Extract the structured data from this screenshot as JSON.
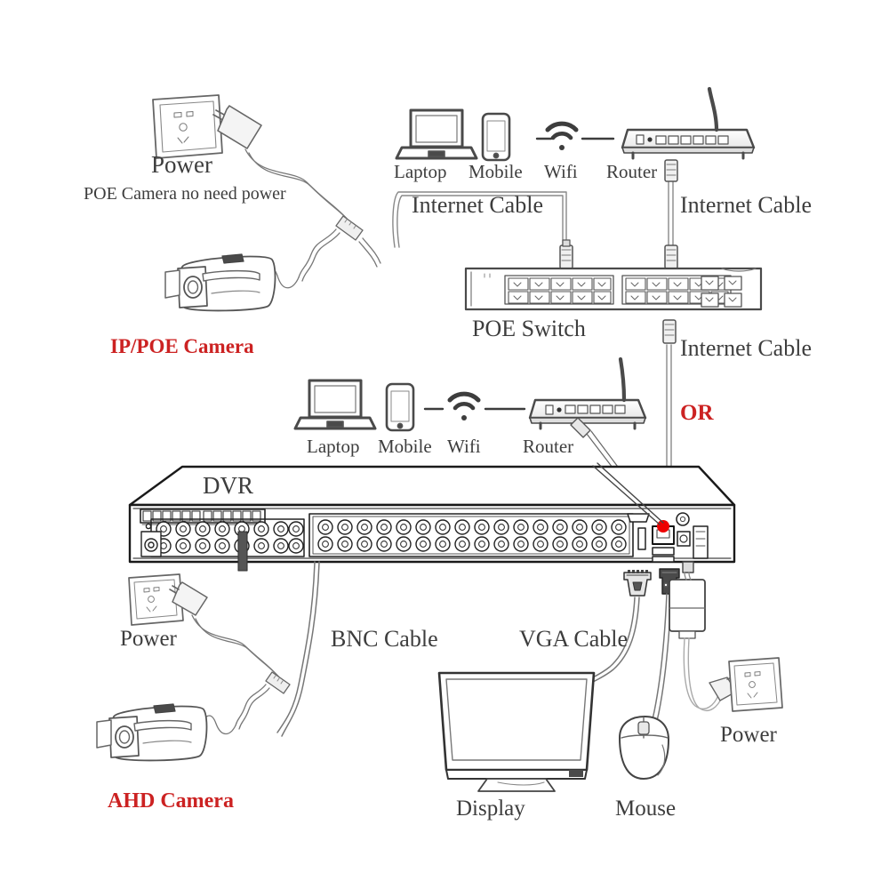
{
  "diagram": {
    "title": "CCTV DVR / POE Camera Wiring Diagram",
    "colors": {
      "ink": "#3d3d3d",
      "accent_red": "#cc2222",
      "device_fill": "#fdfdfd",
      "background": "#ffffff"
    }
  },
  "labels": {
    "power_top": "Power",
    "poe_note": "POE Camera no need  power",
    "ip_poe_camera": "IP/POE Camera",
    "laptop_top": "Laptop",
    "mobile_top": "Mobile",
    "wifi_top": "Wifi",
    "router_top": "Router",
    "internet_cable_left": "Internet Cable",
    "internet_cable_right_top": "Internet Cable",
    "poe_switch": "POE Switch",
    "internet_cable_right_mid": "Internet Cable",
    "or": "OR",
    "laptop_mid": "Laptop",
    "mobile_mid": "Mobile",
    "wifi_mid": "Wifi",
    "router_mid": "Router",
    "dvr": "DVR",
    "power_bottom_left": "Power",
    "bnc_cable": "BNC Cable",
    "vga_cable": "VGA Cable",
    "power_bottom_right": "Power",
    "ahd_camera": "AHD Camera",
    "display": "Display",
    "mouse": "Mouse"
  },
  "devices": [
    {
      "name": "wall-socket-top",
      "label": "Power"
    },
    {
      "name": "power-adapter-top",
      "label": ""
    },
    {
      "name": "ip-poe-camera",
      "label": "IP/POE Camera"
    },
    {
      "name": "laptop-top",
      "label": "Laptop"
    },
    {
      "name": "mobile-top",
      "label": "Mobile"
    },
    {
      "name": "wifi-top",
      "label": "Wifi"
    },
    {
      "name": "router-top",
      "label": "Router"
    },
    {
      "name": "poe-switch",
      "label": "POE Switch"
    },
    {
      "name": "laptop-mid",
      "label": "Laptop"
    },
    {
      "name": "mobile-mid",
      "label": "Mobile"
    },
    {
      "name": "wifi-mid",
      "label": "Wifi"
    },
    {
      "name": "router-mid",
      "label": "Router"
    },
    {
      "name": "dvr",
      "label": "DVR"
    },
    {
      "name": "wall-socket-bottom-left",
      "label": "Power"
    },
    {
      "name": "ahd-camera",
      "label": "AHD Camera"
    },
    {
      "name": "display-monitor",
      "label": "Display"
    },
    {
      "name": "usb-mouse",
      "label": "Mouse"
    },
    {
      "name": "wall-socket-bottom-right",
      "label": "Power"
    },
    {
      "name": "power-adapter-bottom",
      "label": ""
    }
  ],
  "cables": [
    {
      "name": "internet-cable-left",
      "label": "Internet Cable"
    },
    {
      "name": "internet-cable-right-top",
      "label": "Internet Cable"
    },
    {
      "name": "internet-cable-right-mid",
      "label": "Internet Cable"
    },
    {
      "name": "bnc-cable",
      "label": "BNC Cable"
    },
    {
      "name": "vga-cable",
      "label": "VGA Cable"
    },
    {
      "name": "mouse-usb-cable",
      "label": ""
    },
    {
      "name": "dc-power-cable",
      "label": ""
    }
  ],
  "dvr_ports": {
    "bnc_left_group_count": 16,
    "bnc_right_group_count": 32,
    "lan_port_highlight": "#ee0000"
  }
}
